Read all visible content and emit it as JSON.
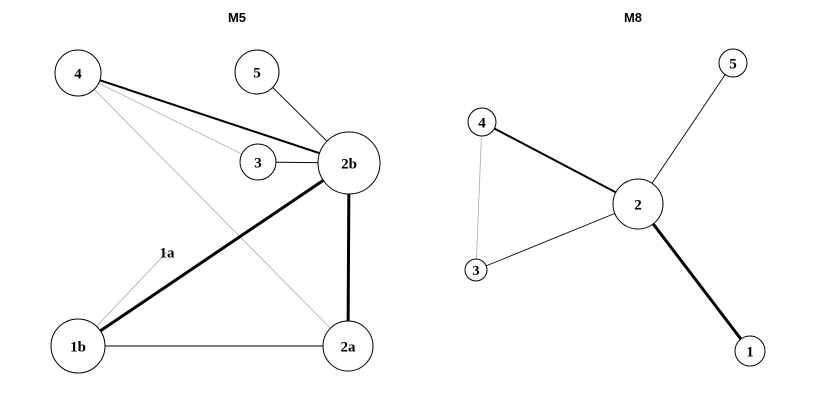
{
  "graphs": [
    {
      "title": "M5",
      "nodes": [
        "4",
        "5",
        "3",
        "2b",
        "1a",
        "1b",
        "2a"
      ],
      "edges": [
        {
          "from": "4",
          "to": "2b",
          "weight": "medium"
        },
        {
          "from": "4",
          "to": "3",
          "weight": "faint"
        },
        {
          "from": "4",
          "to": "2a",
          "weight": "faint"
        },
        {
          "from": "5",
          "to": "2b",
          "weight": "thin"
        },
        {
          "from": "3",
          "to": "2b",
          "weight": "thin"
        },
        {
          "from": "1b",
          "to": "2b",
          "weight": "heavy"
        },
        {
          "from": "2a",
          "to": "2b",
          "weight": "heavy"
        },
        {
          "from": "1b",
          "to": "2a",
          "weight": "thin"
        },
        {
          "from": "1b",
          "to": "1a",
          "weight": "faint"
        }
      ]
    },
    {
      "title": "M8",
      "nodes": [
        "5",
        "4",
        "2",
        "3",
        "1"
      ],
      "edges": [
        {
          "from": "5",
          "to": "2",
          "weight": "thin"
        },
        {
          "from": "4",
          "to": "2",
          "weight": "medium"
        },
        {
          "from": "3",
          "to": "2",
          "weight": "thin"
        },
        {
          "from": "4",
          "to": "3",
          "weight": "faint"
        },
        {
          "from": "1",
          "to": "2",
          "weight": "heavy"
        }
      ]
    }
  ],
  "colors": {
    "node_fill": "#ffffff",
    "stroke": "#000000",
    "faint_stroke": "#aaaaaa"
  }
}
